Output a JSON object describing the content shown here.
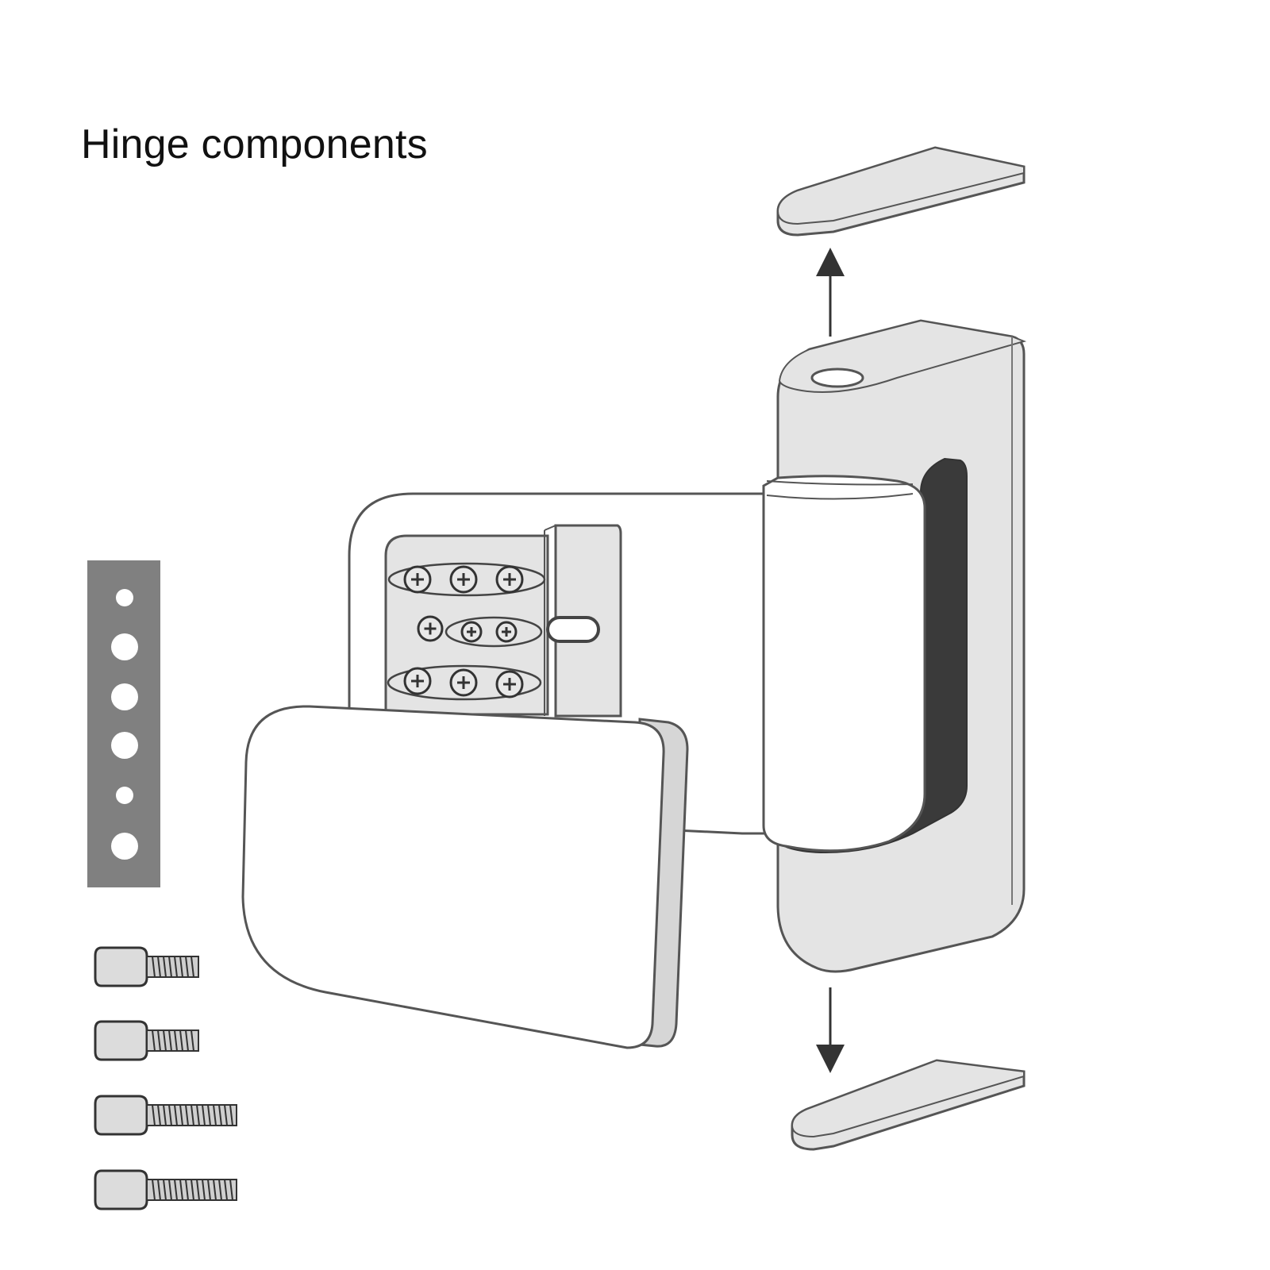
{
  "title": "Hinge components",
  "colors": {
    "background": "#ffffff",
    "outline": "#555555",
    "fill_light": "#e4e4e4",
    "fill_white": "#ffffff",
    "fill_mid": "#cfcfcf",
    "dark_channel": "#3a3a3a",
    "shim_strip": "#808080"
  },
  "components": [
    {
      "name": "top-end-cap",
      "icon": "cap-icon"
    },
    {
      "name": "bottom-end-cap",
      "icon": "cap-icon"
    },
    {
      "name": "hinge-body",
      "icon": "hinge-icon"
    },
    {
      "name": "door-leaf",
      "icon": "plate-icon"
    },
    {
      "name": "cover-plate",
      "icon": "plate-icon"
    },
    {
      "name": "adjustment-block",
      "icon": "screw-plate-icon"
    },
    {
      "name": "packing-shim",
      "icon": "shim-icon",
      "holes": 6
    },
    {
      "name": "machine-screws",
      "icon": "screw-icon",
      "count": 4
    }
  ],
  "arrows": [
    {
      "name": "arrow-up",
      "direction": "up"
    },
    {
      "name": "arrow-down",
      "direction": "down"
    }
  ]
}
